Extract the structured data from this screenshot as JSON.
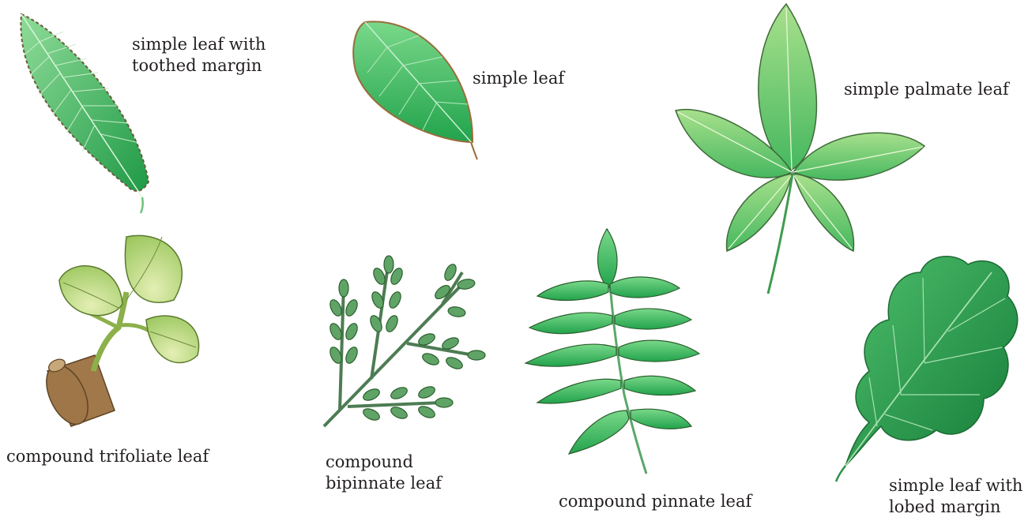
{
  "figure": {
    "leaves": [
      {
        "id": "toothed",
        "label_lines": [
          "simple leaf with",
          "toothed margin"
        ]
      },
      {
        "id": "simple",
        "label_lines": [
          "simple leaf"
        ]
      },
      {
        "id": "palmate",
        "label_lines": [
          "simple palmate leaf"
        ]
      },
      {
        "id": "trifoliate",
        "label_lines": [
          "compound trifoliate leaf"
        ]
      },
      {
        "id": "bipinnate",
        "label_lines": [
          "compound",
          "bipinnate leaf"
        ]
      },
      {
        "id": "pinnate",
        "label_lines": [
          "compound pinnate leaf"
        ]
      },
      {
        "id": "lobed",
        "label_lines": [
          "simple leaf with",
          "lobed margin"
        ]
      }
    ]
  },
  "colors": {
    "leaf_green": "#2fae5a",
    "leaf_light": "#7fd08a",
    "dark_green": "#1e8a3e",
    "trifoliate_light": "#d3e8a2",
    "trifoliate_mid": "#a9cf6a",
    "bipinnate_green": "#5e9e64",
    "stem_brown": "#8a6a3d",
    "outline": "#2c5f2e"
  }
}
